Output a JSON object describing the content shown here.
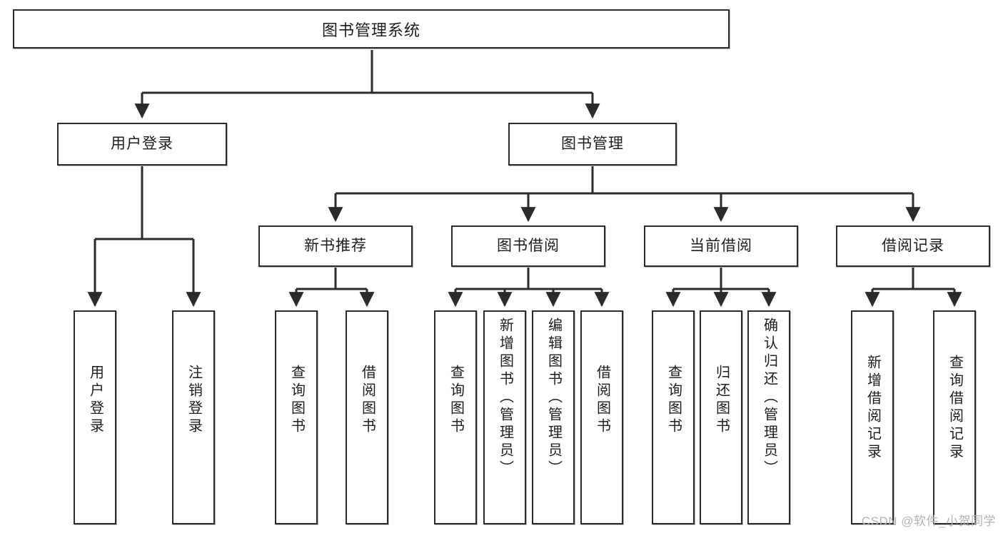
{
  "diagram": {
    "type": "tree-hierarchy",
    "title": "图书管理系统",
    "colors": {
      "box_border": "#2b2b2b",
      "box_fill": "#ffffff",
      "connector": "#2b2b2b",
      "watermark": "#b4b4b4",
      "background": "#ffffff"
    },
    "root": {
      "label": "图书管理系统"
    },
    "level2": [
      {
        "label": "用户登录"
      },
      {
        "label": "图书管理"
      }
    ],
    "level3": [
      {
        "label": "新书推荐"
      },
      {
        "label": "图书借阅"
      },
      {
        "label": "当前借阅"
      },
      {
        "label": "借阅记录"
      }
    ],
    "leaves": {
      "user_login": [
        {
          "label": "用户登录"
        },
        {
          "label": "注销登录"
        }
      ],
      "new_book_recommend": [
        {
          "label": "查询图书"
        },
        {
          "label": "借阅图书"
        }
      ],
      "book_borrow": [
        {
          "label": "查询图书"
        },
        {
          "label": "新增图书（管理员）"
        },
        {
          "label": "编辑图书（管理员）"
        },
        {
          "label": "借阅图书"
        }
      ],
      "current_borrow": [
        {
          "label": "查询图书"
        },
        {
          "label": "归还图书"
        },
        {
          "label": "确认归还（管理员）"
        }
      ],
      "borrow_record": [
        {
          "label": "新增借阅记录"
        },
        {
          "label": "查询借阅记录"
        }
      ]
    }
  },
  "watermark": {
    "text": "CSDN @软件_小贺同学"
  }
}
